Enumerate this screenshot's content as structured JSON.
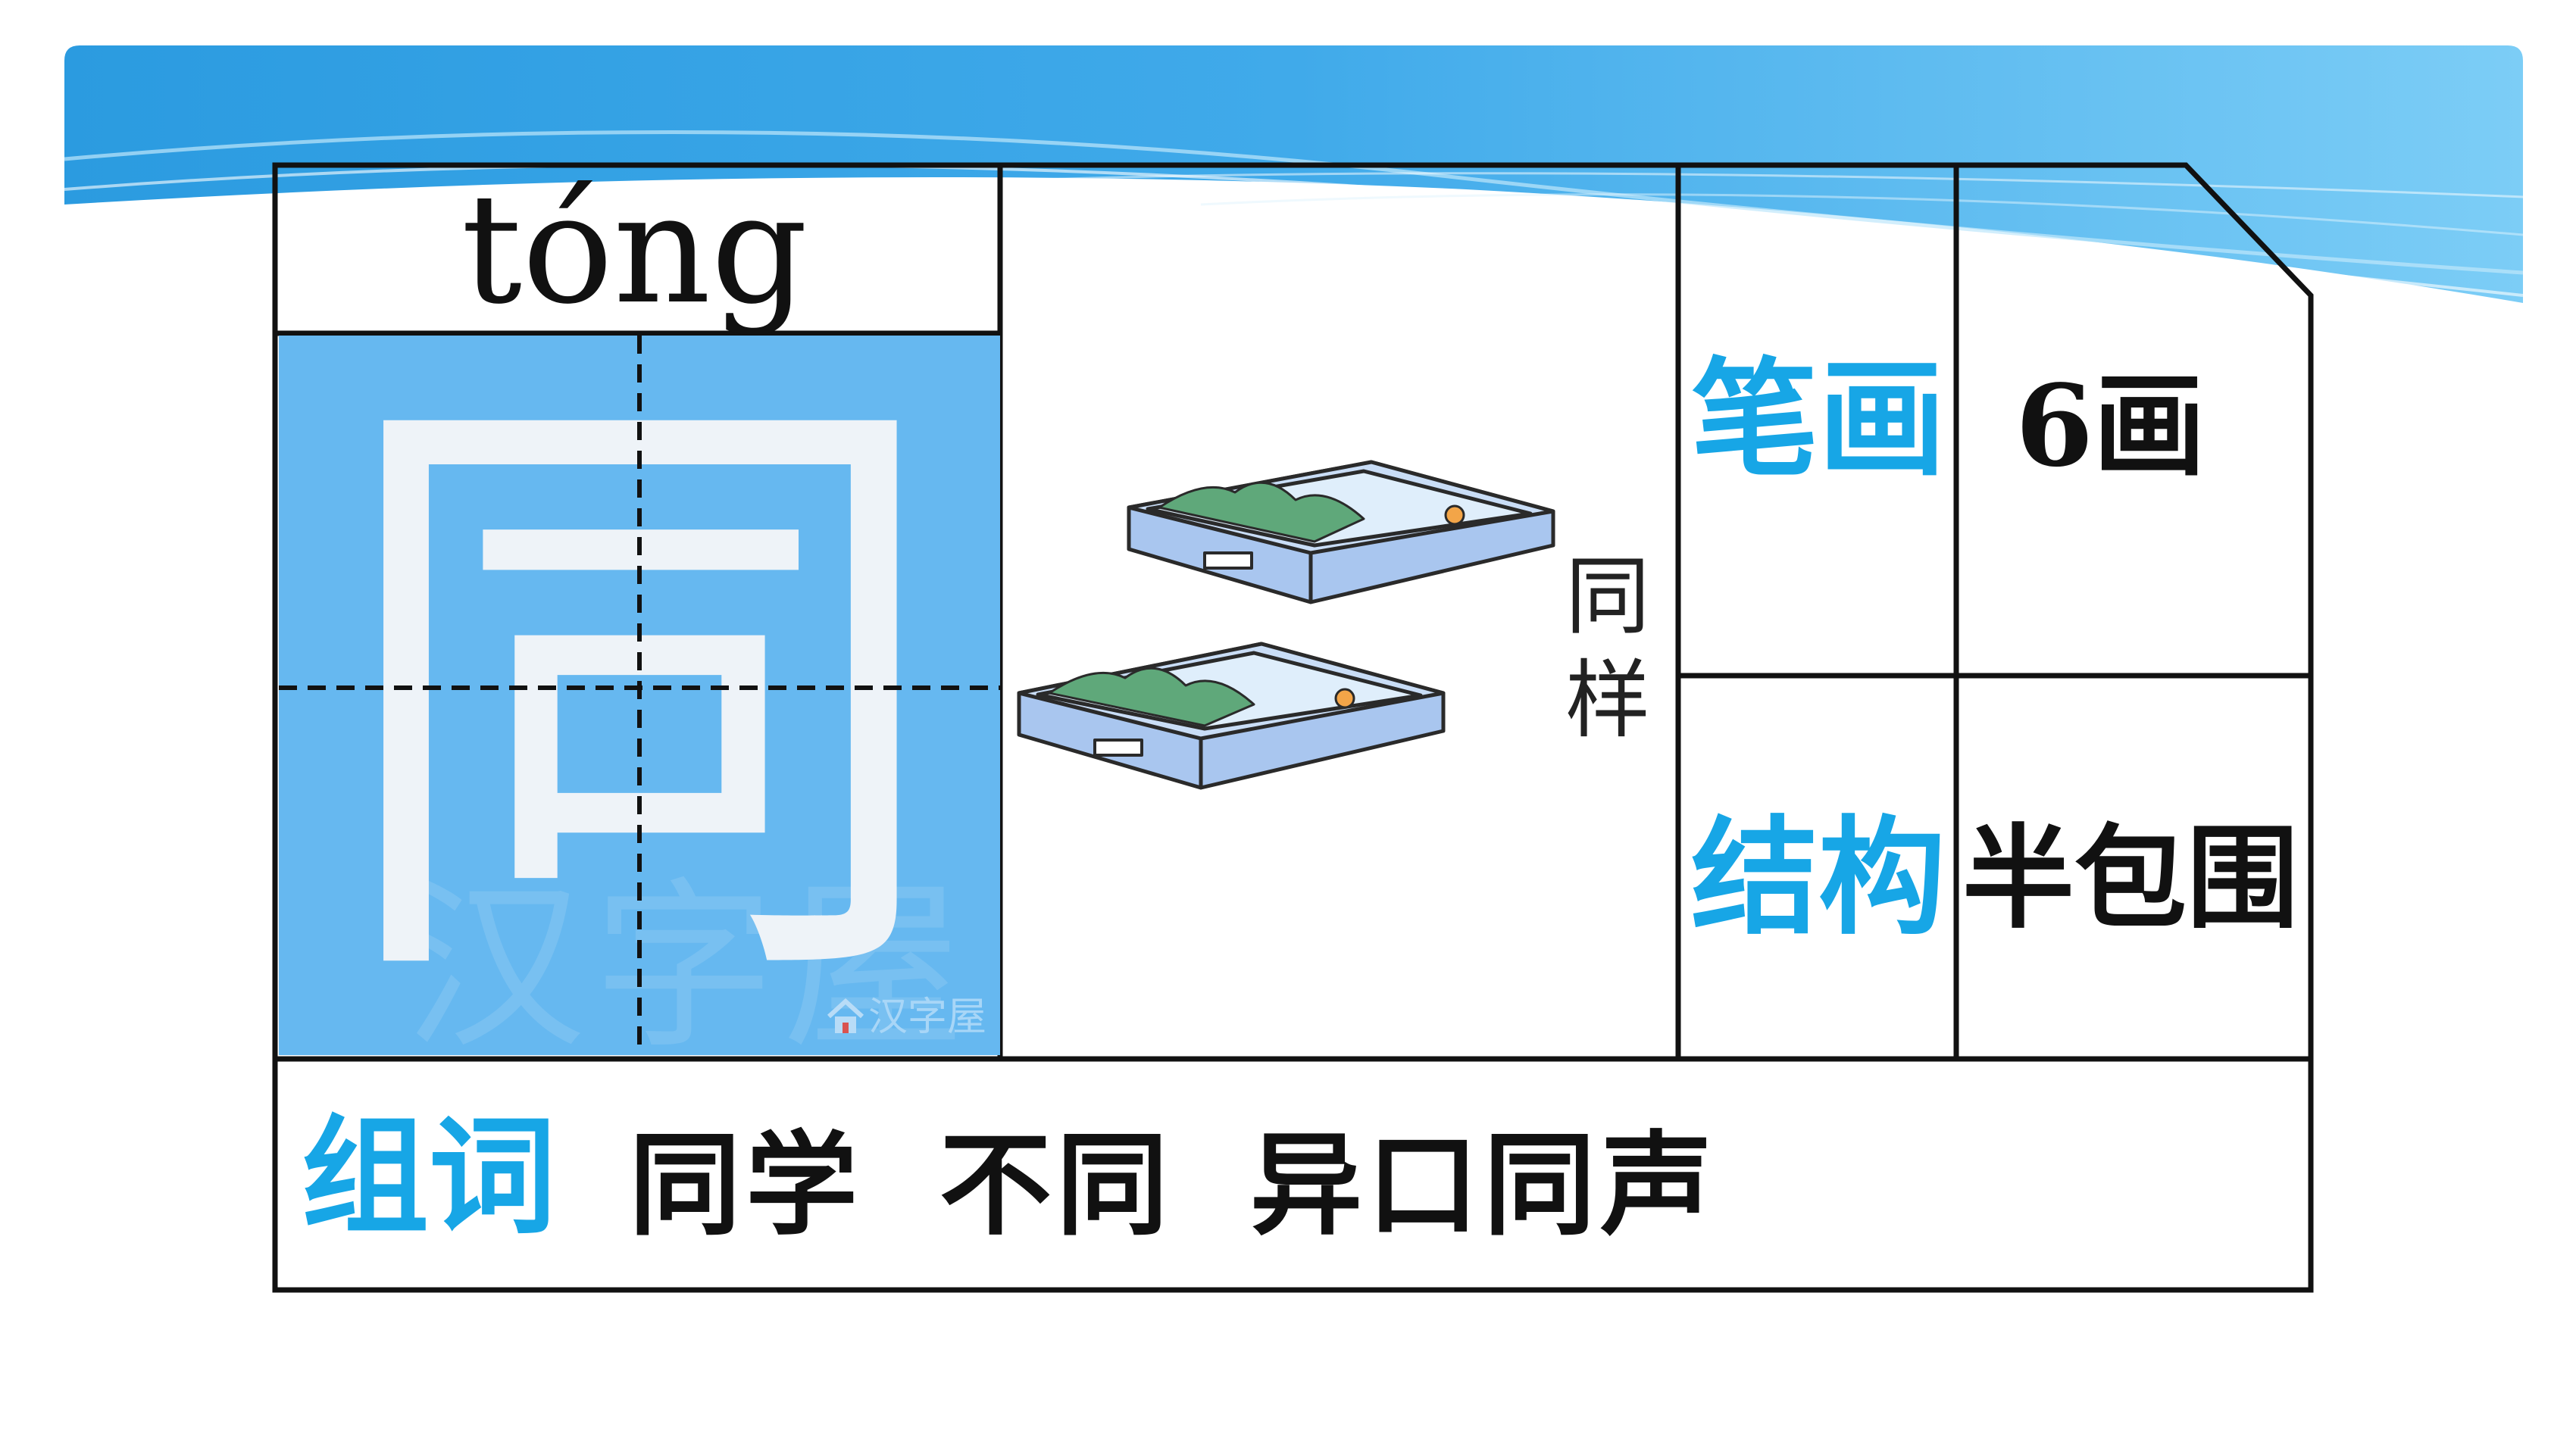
{
  "pinyin": "tóng",
  "character": "同",
  "watermark": {
    "large": "汉字屋",
    "small": "汉字屋"
  },
  "illustration_caption": [
    "同",
    "样"
  ],
  "strokes": {
    "label": "笔画",
    "value": "6画"
  },
  "structure": {
    "label": "结构",
    "value": "半包围"
  },
  "words": {
    "label": "组词",
    "items": [
      "同学",
      "不同",
      "异口同声"
    ]
  },
  "colors": {
    "banner": "#1a8fdb",
    "character_cell": "#66b8f0",
    "label_accent": "#17a6e6"
  }
}
